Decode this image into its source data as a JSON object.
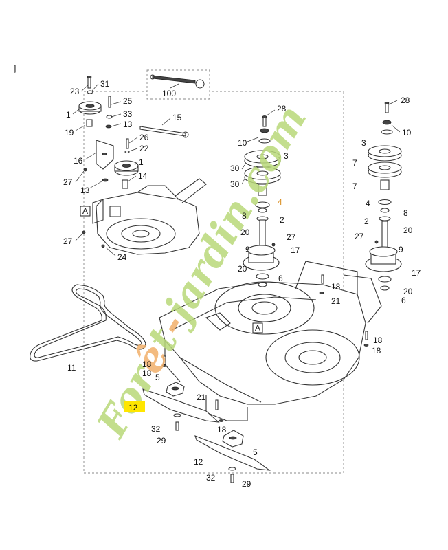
{
  "bracket_text": "]",
  "watermark": {
    "text": "Forêt-jardin.com",
    "green": "#b9d97a",
    "orange": "#f2b06a"
  },
  "highlight_color": "#ffe600",
  "box_marker": "A",
  "callouts": {
    "c100": "100",
    "c23": "23",
    "c31": "31",
    "c25": "25",
    "c33": "33",
    "c1a": "1",
    "c19": "19",
    "c13a": "13",
    "c26": "26",
    "c22": "22",
    "c16": "16",
    "c1b": "1",
    "c14": "14",
    "c27a": "27",
    "c13b": "13",
    "c27b": "27",
    "c24": "24",
    "c15": "15",
    "c28a": "28",
    "c10a": "10",
    "c3a": "3",
    "c30a": "30",
    "c30b": "30",
    "c4a": "4",
    "c8a": "8",
    "c2a": "2",
    "c20a": "20",
    "c27c": "27",
    "c9a": "9",
    "c17a": "17",
    "c20b": "20",
    "c6a": "6",
    "c28b": "28",
    "c10b": "10",
    "c3b": "3",
    "c7a": "7",
    "c7b": "7",
    "c4b": "4",
    "c8b": "8",
    "c2b": "2",
    "c20c": "20",
    "c27d": "27",
    "c9b": "9",
    "c17b": "17",
    "c20d": "20",
    "c6b": "6",
    "c18a": "18",
    "c21a": "21",
    "c18b": "18",
    "c18c": "18",
    "c11": "11",
    "c18d": "18",
    "c18e": "18",
    "c5a": "5",
    "c12a": "12",
    "c32a": "32",
    "c29a": "29",
    "c21b": "21",
    "c18f": "18",
    "c12b": "12",
    "c5b": "5",
    "c32b": "32",
    "c29b": "29"
  }
}
